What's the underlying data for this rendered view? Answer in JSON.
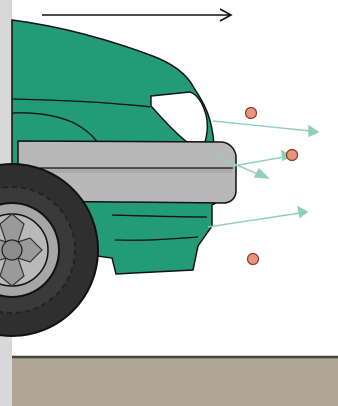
{
  "colors": {
    "car_body": "#239b77",
    "car_outline": "#111111",
    "bumper": "#b8b8b8",
    "bumper_shadow": "#8f8f8f",
    "headlight": "#ffffff",
    "tire": "#2f2f2f",
    "hubcap": "#a6a6a6",
    "particle_fill": "#e8957c",
    "particle_stroke": "#8f3b2a",
    "arrow": "#8fcfba",
    "ground": "#b1a596",
    "ground_line": "#4a4440",
    "left_panel": "#d8d8d8",
    "motion_arrow": "#111111"
  },
  "scene": {
    "motion_direction": "right",
    "particle_count": 3,
    "particle_arrow_count": 4
  }
}
